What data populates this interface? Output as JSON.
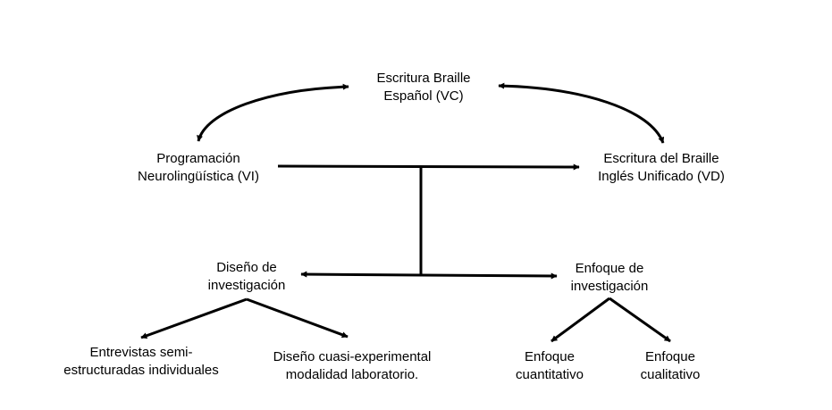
{
  "nodes": {
    "vc": {
      "line1": "Escritura Braille",
      "line2": "Español (VC)"
    },
    "vi": {
      "line1": "Programación",
      "line2": "Neurolingüística (VI)"
    },
    "vd": {
      "line1": "Escritura del Braille",
      "line2": "Inglés Unificado (VD)"
    },
    "diseno": {
      "line1": "Diseño de",
      "line2": "investigación"
    },
    "enfoque": {
      "line1": "Enfoque de",
      "line2": "investigación"
    },
    "entrevistas": {
      "line1": "Entrevistas semi-",
      "line2": "estructuradas individuales"
    },
    "cuasi": {
      "line1": "Diseño cuasi-experimental",
      "line2": "modalidad laboratorio."
    },
    "cuantitativo": {
      "line1": "Enfoque",
      "line2": "cuantitativo"
    },
    "cualitativo": {
      "line1": "Enfoque",
      "line2": "cualitativo"
    }
  },
  "colors": {
    "line": "#000000",
    "text": "#000000",
    "background": "#ffffff"
  }
}
